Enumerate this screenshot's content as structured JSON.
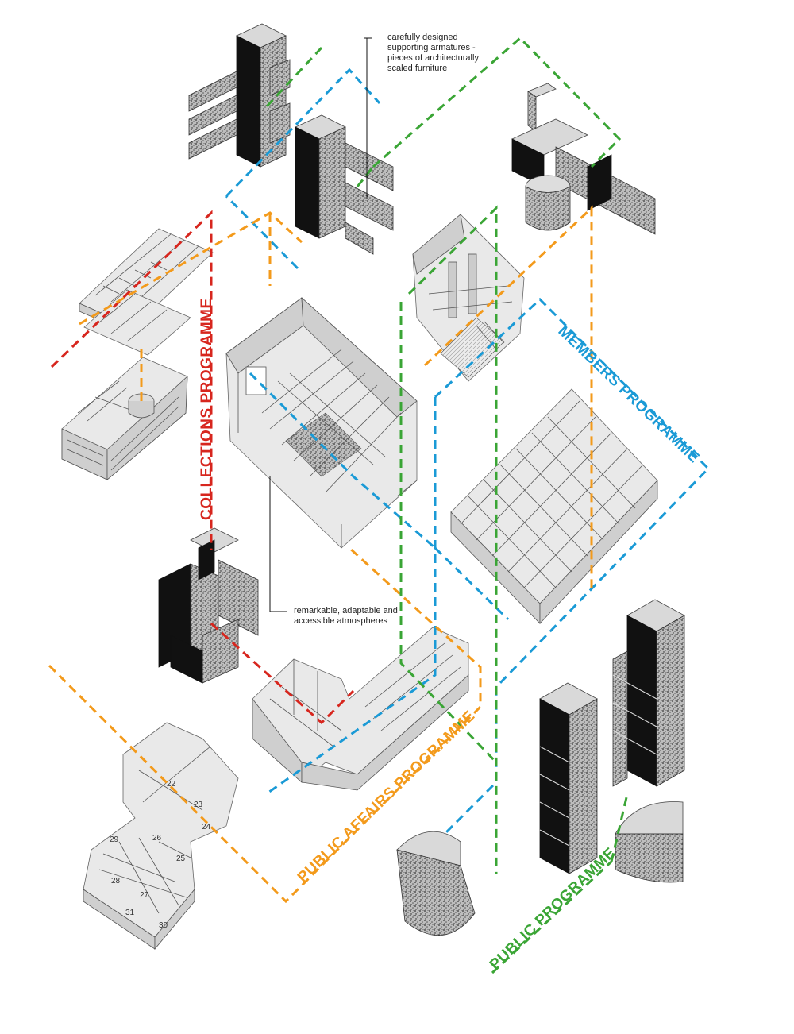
{
  "programmes": {
    "collections": {
      "label": "COLLECTIONS PROGRAMME",
      "color": "#d7261e"
    },
    "members": {
      "label": "MEMBERS PROGRAMME",
      "color": "#1a9ad6"
    },
    "public_affairs": {
      "label": "PUBLIC AFFAIRS PROGRAMME",
      "color": "#f39a1b"
    },
    "public": {
      "label": "PUBLIC PROGRAMME",
      "color": "#3aa535"
    }
  },
  "annotations": {
    "armatures": [
      "carefully designed",
      "supporting armatures -",
      "pieces of architecturally",
      "scaled furniture"
    ],
    "atmospheres": [
      "remarkable, adaptable and",
      "accessible atmospheres"
    ]
  },
  "plan_numbers": [
    "22",
    "23",
    "24",
    "25",
    "26",
    "27",
    "28",
    "29",
    "30",
    "31"
  ],
  "icons": {
    "block": "isometric-block-icon",
    "plan": "isometric-floorplan-icon"
  }
}
